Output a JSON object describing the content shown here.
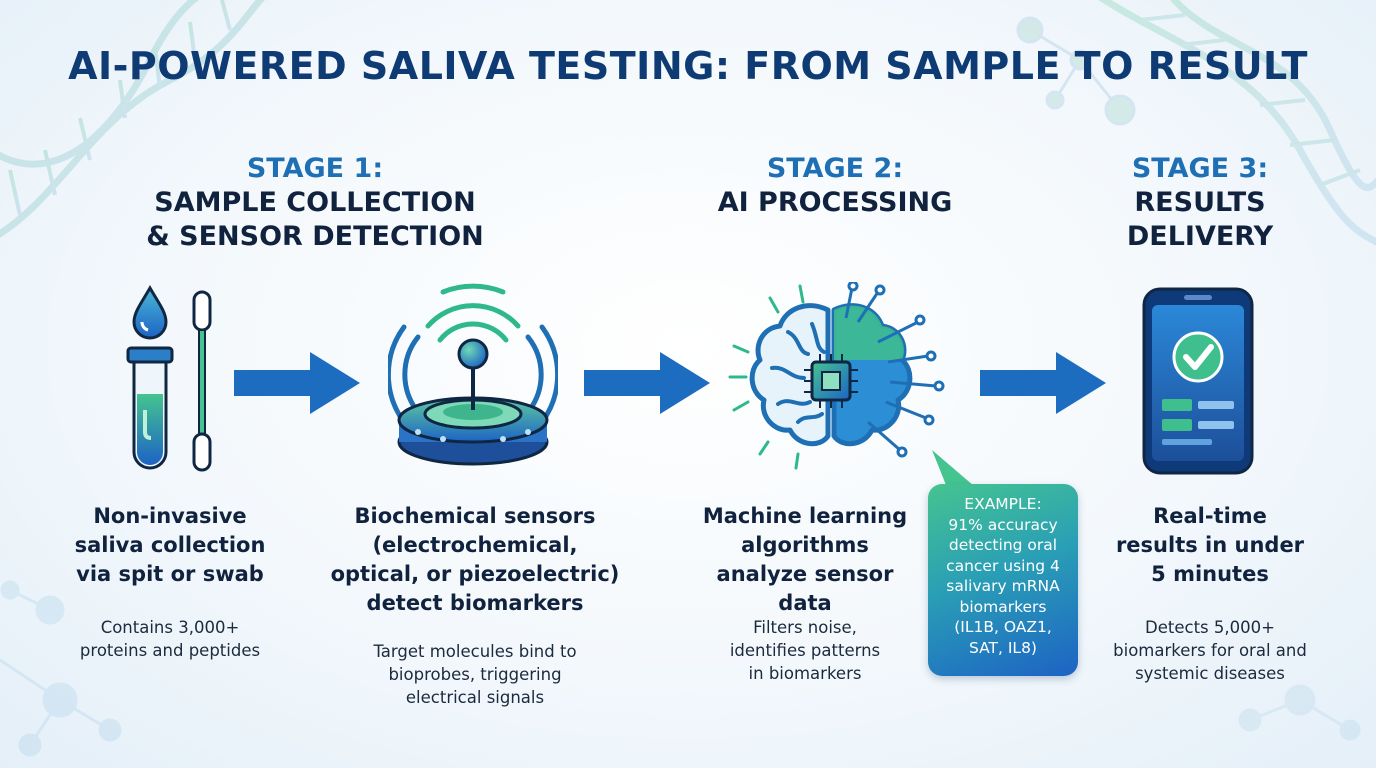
{
  "title": "AI-POWERED SALIVA TESTING: FROM SAMPLE TO RESULT",
  "stages": [
    {
      "number": "STAGE 1:",
      "name_line1": "SAMPLE COLLECTION",
      "name_line2": "& SENSOR DETECTION",
      "steps": [
        {
          "main": [
            "Non-invasive",
            "saliva collection",
            "via spit or swab"
          ],
          "sub": [
            "Contains 3,000+",
            "proteins and peptides"
          ],
          "icon": "test-tube-and-swab-icon"
        },
        {
          "main": [
            "Biochemical sensors",
            "(electrochemical,",
            "optical, or piezoelectric)",
            "detect biomarkers"
          ],
          "sub": [
            "Target molecules bind to",
            "bioprobes, triggering",
            "electrical signals"
          ],
          "icon": "biosensor-icon"
        }
      ]
    },
    {
      "number": "STAGE 2:",
      "name_line1": "AI PROCESSING",
      "steps": [
        {
          "main": [
            "Machine learning",
            "algorithms",
            "analyze sensor",
            "data"
          ],
          "sub": [
            "Filters noise,",
            "identifies patterns",
            "in biomarkers"
          ],
          "icon": "ai-brain-chip-icon"
        }
      ]
    },
    {
      "number": "STAGE 3:",
      "name_line1": "RESULTS",
      "name_line2": "DELIVERY",
      "steps": [
        {
          "main": [
            "Real-time",
            "results in under",
            "5 minutes"
          ],
          "sub": [
            "Detects 5,000+",
            "biomarkers for oral and",
            "systemic diseases"
          ],
          "icon": "smartphone-check-icon"
        }
      ]
    }
  ],
  "callout": {
    "heading": "EXAMPLE:",
    "lines": [
      "91% accuracy",
      "detecting oral",
      "cancer using 4",
      "salivary mRNA",
      "biomarkers",
      "(IL1B, OAZ1,",
      "SAT, IL8)"
    ]
  },
  "colors": {
    "title": "#0e3b73",
    "stage_number": "#1f6fb5",
    "arrow": "#1c6cc0",
    "green_accent": "#2fb98a",
    "blue_accent": "#1f6fb5"
  }
}
